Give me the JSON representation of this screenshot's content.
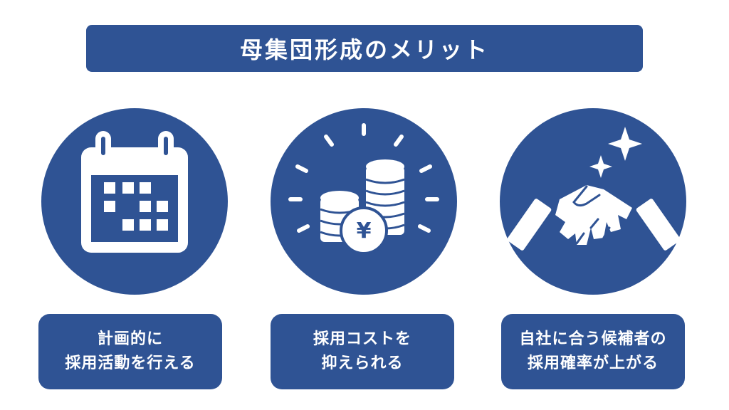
{
  "title": "母集団形成のメリット",
  "colors": {
    "primary": "#2f5394",
    "text": "#ffffff"
  },
  "items": [
    {
      "icon": "calendar-icon",
      "lines": [
        "計画的に",
        "採用活動を行える"
      ]
    },
    {
      "icon": "coin-stack-yen-icon",
      "lines": [
        "採用コストを",
        "抑えられる"
      ],
      "symbol": "¥"
    },
    {
      "icon": "handshake-sparkle-icon",
      "lines": [
        "自社に合う候補者の",
        "採用確率が上がる"
      ]
    }
  ]
}
